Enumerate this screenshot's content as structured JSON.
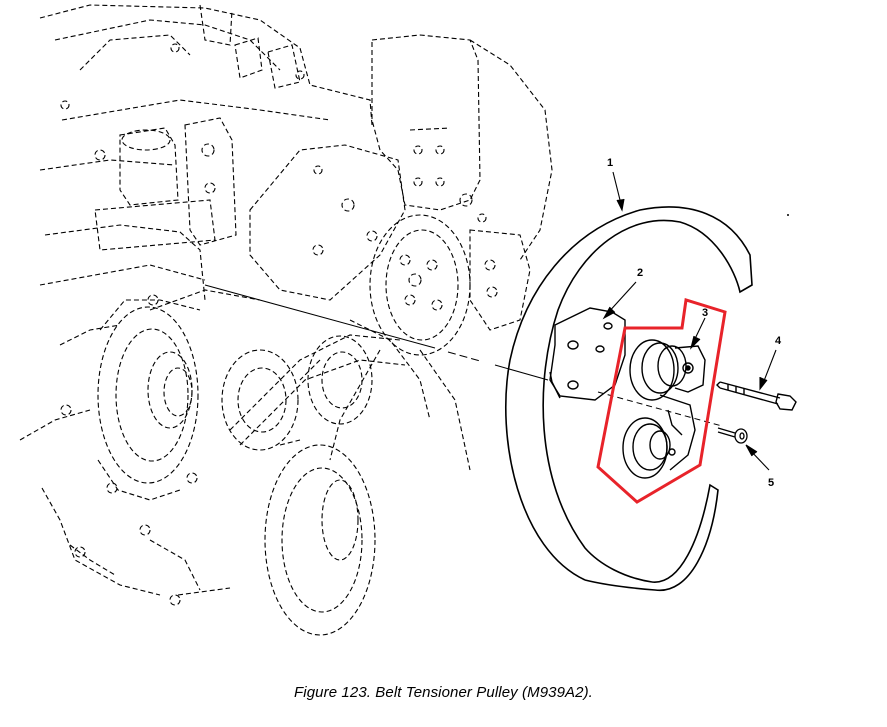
{
  "callouts": {
    "one": "1",
    "two": "2",
    "three": "3",
    "four": "4",
    "five": "5"
  },
  "caption": "Figure 123.  Belt Tensioner Pulley (M939A2).",
  "colors": {
    "line": "#000000",
    "highlight": "#e8232a",
    "background": "#ffffff"
  }
}
